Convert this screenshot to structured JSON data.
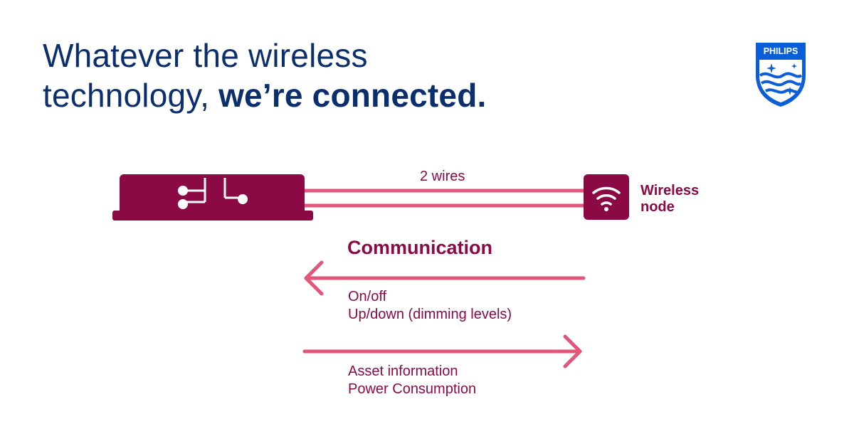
{
  "header": {
    "line1": "Whatever the wireless",
    "line2_regular": "technology,",
    "line2_bold": "we’re connected."
  },
  "brand": {
    "logo_text": "PHILIPS",
    "color": "#0b5ed7"
  },
  "diagram": {
    "wires_label": "2 wires",
    "node_label": "Wireless node",
    "communication_title": "Communication",
    "incoming_items": [
      "On/off",
      "Up/down (dimming levels)"
    ],
    "outgoing_items": [
      "Asset information",
      "Power Consumption"
    ]
  },
  "colors": {
    "headline": "#0b2f6e",
    "device": "#8b0a45",
    "wire": "#e2567a",
    "text_accent": "#8b0a45"
  },
  "icons": {
    "driver": "circuit-switch-icon",
    "node": "wifi-icon"
  }
}
